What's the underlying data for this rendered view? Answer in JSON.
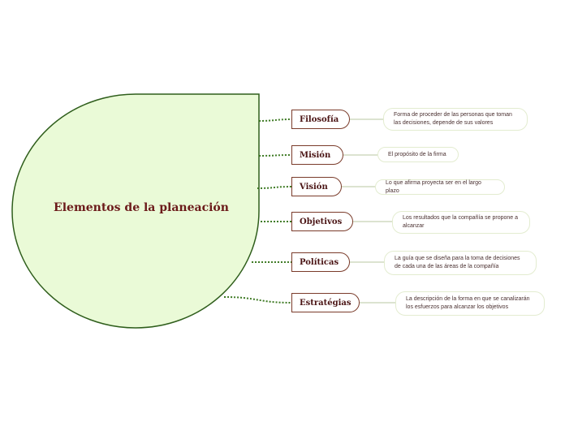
{
  "root": {
    "title": "Elementos de la planeación"
  },
  "branches": [
    {
      "label": "Filosofía",
      "description": "Forma de proceder de las personas que toman las decisiones, depende de sus valores"
    },
    {
      "label": "Misión",
      "description": "El propósito de la firma"
    },
    {
      "label": "Visión",
      "description": "Lo que afirma proyecta ser en el largo plazo"
    },
    {
      "label": "Objetivos",
      "description": "Los resultados que la compañía se propone a alcanzar"
    },
    {
      "label": "Políticas",
      "description": "La guía que se diseña para la toma de decisiones de cada una de las áreas de la compañía"
    },
    {
      "label": "Estratégias",
      "description": "La descripción de la forma en que se canalizarán los esfuerzos para alcanzar los objetivos"
    }
  ],
  "colors": {
    "root_fill": "#eafad7",
    "root_stroke": "#2f5e1c",
    "connector": "#3e7a24",
    "node_border": "#7a3b2a",
    "leaf_line": "#b9c7a2"
  }
}
